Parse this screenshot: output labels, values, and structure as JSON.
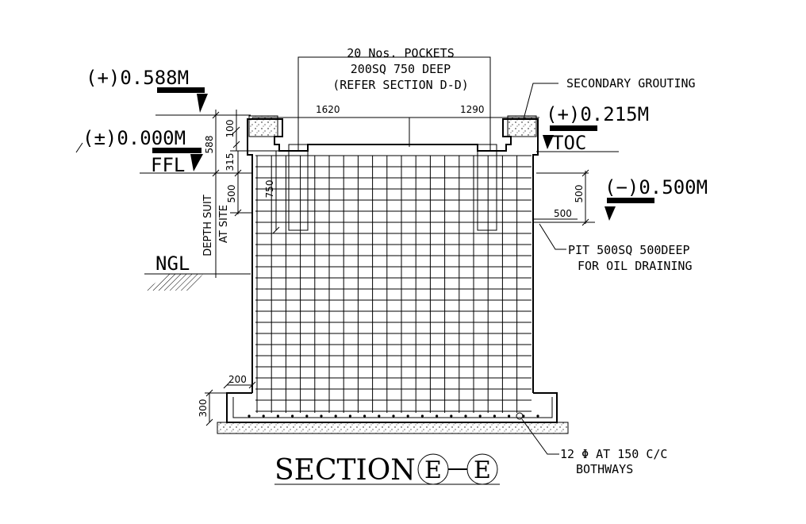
{
  "labels": {
    "pockets_l1": "20 Nos. POCKETS",
    "pockets_l2": "200SQ 750 DEEP",
    "pockets_l3": "(REFER SECTION D-D)",
    "secondary_grouting": "SECONDARY GROUTING",
    "lvl_top": "(+)0.588M",
    "lvl_ffl": "(±)0.000M",
    "ffl": "FFL",
    "lvl_toc": "(+)0.215M",
    "toc": "TOC",
    "lvl_pit": "(−)0.500M",
    "pit_l1": "PIT 500SQ 500DEEP",
    "pit_l2": "FOR OIL DRAINING",
    "ngl": "NGL",
    "depth_l1": "DEPTH SUIT",
    "depth_l2": "AT SITE",
    "rebar_l1": "12 Φ AT 150 C/C",
    "rebar_l2": "BOTHWAYS",
    "section_word": "SECTION",
    "section_letter": "E"
  },
  "dimensions": {
    "d1620": "1620",
    "d1290": "1290",
    "d100": "100",
    "d588": "588",
    "d315": "315",
    "d500_left": "500",
    "d750": "750",
    "d500_right_v": "500",
    "d500_right_h": "500",
    "d200": "200",
    "d300": "300"
  }
}
